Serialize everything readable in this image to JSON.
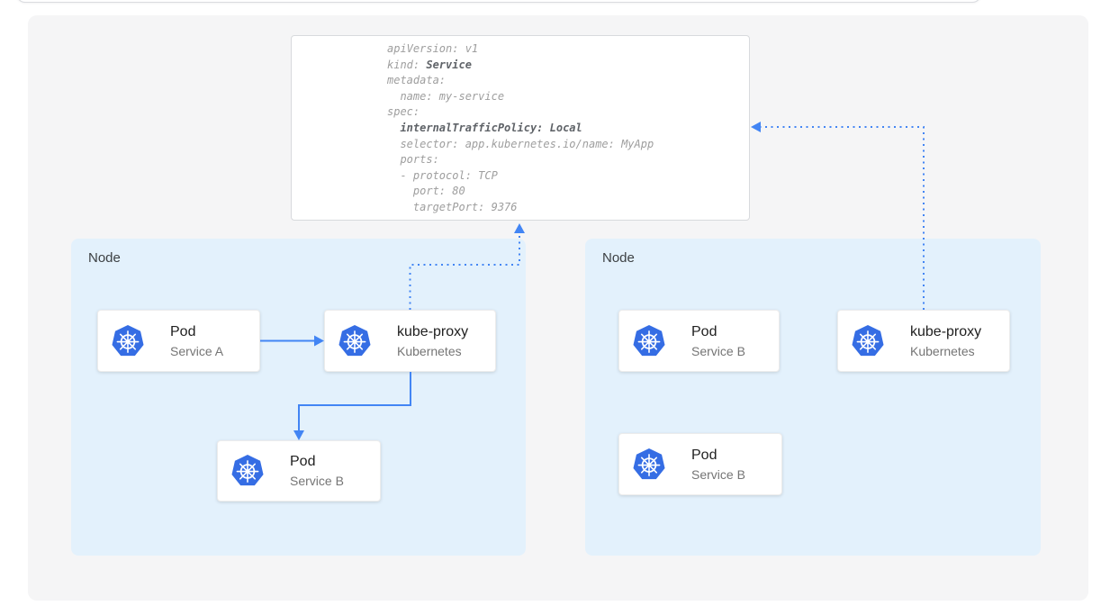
{
  "colors": {
    "accent_blue": "#4285f4",
    "k8s_blue": "#356de4",
    "node_bg": "#e3f1fc",
    "canvas_bg": "#f5f5f6",
    "code_gray": "#9e9e9e",
    "code_bold": "#5f6368"
  },
  "yaml_card": {
    "lines": [
      {
        "a": "apiVersion: v1"
      },
      {
        "a": "kind: ",
        "b": "Service"
      },
      {
        "a": "metadata:"
      },
      {
        "a": "  name: my-service"
      },
      {
        "a": "spec:"
      },
      {
        "a": "  ",
        "b": "internalTrafficPolicy: Local"
      },
      {
        "a": "  selector: app.kubernetes.io/name: MyApp"
      },
      {
        "a": "  ports:"
      },
      {
        "a": "  - protocol: TCP"
      },
      {
        "a": "    port: 80"
      },
      {
        "a": "    targetPort: 9376"
      }
    ]
  },
  "nodes": [
    {
      "label": "Node",
      "cards": [
        {
          "title": "Pod",
          "subtitle": "Service A"
        },
        {
          "title": "kube-proxy",
          "subtitle": "Kubernetes"
        },
        {
          "title": "Pod",
          "subtitle": "Service B"
        }
      ]
    },
    {
      "label": "Node",
      "cards": [
        {
          "title": "Pod",
          "subtitle": "Service B"
        },
        {
          "title": "kube-proxy",
          "subtitle": "Kubernetes"
        },
        {
          "title": "Pod",
          "subtitle": "Service B"
        }
      ]
    }
  ]
}
